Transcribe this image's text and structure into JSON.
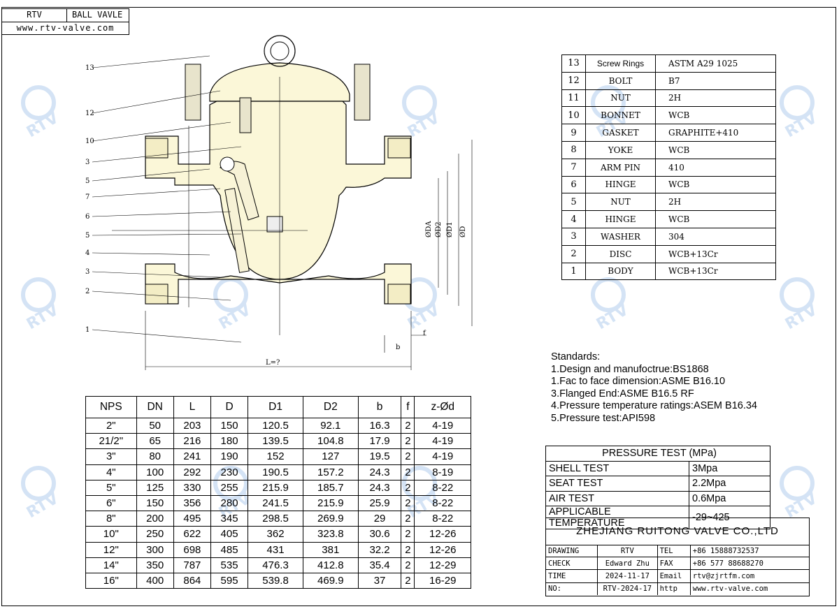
{
  "header": {
    "code": "RTV",
    "product": "BALL VAVLE",
    "website": "www.rtv-valve.com"
  },
  "watermark_text": "RTV",
  "callouts": [
    "13",
    "12",
    "10",
    "3",
    "5",
    "7",
    "6",
    "5",
    "4",
    "3",
    "2",
    "1"
  ],
  "dim_labels": {
    "ODA": "ØDA",
    "OD2": "ØD2",
    "OD1": "ØD1",
    "OD": "ØD",
    "length": "L=?",
    "b": "b",
    "f": "f",
    "d": "z-Ød"
  },
  "parts": [
    {
      "no": "13",
      "name": "Screw Rings",
      "material": "ASTM A29 1025"
    },
    {
      "no": "12",
      "name": "BOLT",
      "material": "B7"
    },
    {
      "no": "11",
      "name": "NUT",
      "material": "2H"
    },
    {
      "no": "10",
      "name": "BONNET",
      "material": "WCB"
    },
    {
      "no": "9",
      "name": "GASKET",
      "material": "GRAPHITE+410"
    },
    {
      "no": "8",
      "name": "YOKE",
      "material": "WCB"
    },
    {
      "no": "7",
      "name": "ARM PIN",
      "material": "410"
    },
    {
      "no": "6",
      "name": "HINGE",
      "material": "WCB"
    },
    {
      "no": "5",
      "name": "NUT",
      "material": "2H"
    },
    {
      "no": "4",
      "name": "HINGE",
      "material": "WCB"
    },
    {
      "no": "3",
      "name": "WASHER",
      "material": "304"
    },
    {
      "no": "2",
      "name": "DISC",
      "material": "WCB+13Cr"
    },
    {
      "no": "1",
      "name": "BODY",
      "material": "WCB+13Cr"
    }
  ],
  "dimensions": {
    "headers": [
      "NPS",
      "DN",
      "L",
      "D",
      "D1",
      "D2",
      "b",
      "f",
      "z-Ød"
    ],
    "rows": [
      [
        "2\"",
        "50",
        "203",
        "150",
        "120.5",
        "92.1",
        "16.3",
        "2",
        "4-19"
      ],
      [
        "21/2\"",
        "65",
        "216",
        "180",
        "139.5",
        "104.8",
        "17.9",
        "2",
        "4-19"
      ],
      [
        "3\"",
        "80",
        "241",
        "190",
        "152",
        "127",
        "19.5",
        "2",
        "4-19"
      ],
      [
        "4\"",
        "100",
        "292",
        "230",
        "190.5",
        "157.2",
        "24.3",
        "2",
        "8-19"
      ],
      [
        "5\"",
        "125",
        "330",
        "255",
        "215.9",
        "185.7",
        "24.3",
        "2",
        "8-22"
      ],
      [
        "6\"",
        "150",
        "356",
        "280",
        "241.5",
        "215.9",
        "25.9",
        "2",
        "8-22"
      ],
      [
        "8\"",
        "200",
        "495",
        "345",
        "298.5",
        "269.9",
        "29",
        "2",
        "8-22"
      ],
      [
        "10\"",
        "250",
        "622",
        "405",
        "362",
        "323.8",
        "30.6",
        "2",
        "12-26"
      ],
      [
        "12\"",
        "300",
        "698",
        "485",
        "431",
        "381",
        "32.2",
        "2",
        "12-26"
      ],
      [
        "14\"",
        "350",
        "787",
        "535",
        "476.3",
        "412.8",
        "35.4",
        "2",
        "12-29"
      ],
      [
        "16\"",
        "400",
        "864",
        "595",
        "539.8",
        "469.9",
        "37",
        "2",
        "16-29"
      ]
    ]
  },
  "standards": {
    "title": "Standards:",
    "items": [
      "1.Design and manufoctrue:BS1868",
      "1.Fac to face dimension:ASME B16.10",
      "3.Flanged End:ASME B16.5 RF",
      "4.Pressure temperature ratings:ASEM B16.34",
      "5.Pressure test:API598"
    ]
  },
  "pressure_test": {
    "title": "PRESSURE TEST (MPa)",
    "rows": [
      {
        "label": "SHELL TEST",
        "value": "3Mpa"
      },
      {
        "label": "SEAT TEST",
        "value": "2.2Mpa"
      },
      {
        "label": "AIR TEST",
        "value": "0.6Mpa"
      },
      {
        "label": "APPLICABLE TEMPERATURE",
        "value": "-29~425"
      }
    ]
  },
  "title_block": {
    "company": "ZHEJIANG RUITONG VALVE CO.,LTD",
    "rows": [
      [
        "DRAWING",
        "RTV",
        "TEL",
        "+86 15888732537"
      ],
      [
        "CHECK",
        "Edward Zhu",
        "FAX",
        "+86 577 88688270"
      ],
      [
        "TIME",
        "2024-11-17",
        "Email",
        "rtv@zjrtfm.com"
      ],
      [
        "NO:",
        "RTV-2024-17",
        "http",
        "www.rtv-valve.com"
      ]
    ]
  }
}
